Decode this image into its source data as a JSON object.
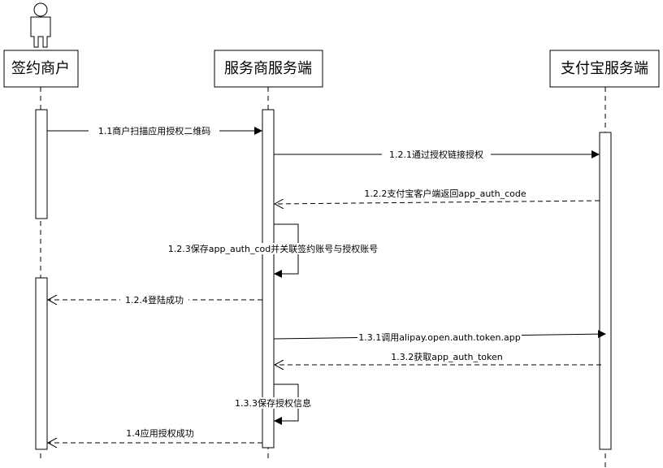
{
  "actors": [
    {
      "id": "merchant",
      "label": "签约商户",
      "has_person_icon": true
    },
    {
      "id": "provider",
      "label": "服务商服务端"
    },
    {
      "id": "alipay",
      "label": "支付宝服务端"
    }
  ],
  "messages": [
    {
      "id": "m1_1",
      "label": "1.1商户扫描应用授权二维码",
      "from": "merchant",
      "to": "provider",
      "style": "solid"
    },
    {
      "id": "m1_2_1",
      "label": "1.2.1通过授权链接授权",
      "from": "provider",
      "to": "alipay",
      "style": "solid"
    },
    {
      "id": "m1_2_2",
      "label": "1.2.2支付宝客户端返回app_auth_code",
      "from": "alipay",
      "to": "provider",
      "style": "dashed"
    },
    {
      "id": "m1_2_3",
      "label": "1.2.3保存app_auth_cod并关联签约账号与授权账号",
      "from": "provider",
      "to": "provider",
      "style": "solid"
    },
    {
      "id": "m1_2_4",
      "label": "1.2.4登陆成功",
      "from": "provider",
      "to": "merchant",
      "style": "dashed"
    },
    {
      "id": "m1_3_1",
      "label": "1.3.1调用alipay.open.auth.token.app",
      "from": "provider",
      "to": "alipay",
      "style": "solid"
    },
    {
      "id": "m1_3_2",
      "label": "1.3.2获取app_auth_token",
      "from": "alipay",
      "to": "provider",
      "style": "dashed"
    },
    {
      "id": "m1_3_3",
      "label": "1.3.3保存授权信息",
      "from": "provider",
      "to": "provider",
      "style": "solid"
    },
    {
      "id": "m1_4",
      "label": "1.4应用授权成功",
      "from": "provider",
      "to": "merchant",
      "style": "dashed"
    }
  ]
}
